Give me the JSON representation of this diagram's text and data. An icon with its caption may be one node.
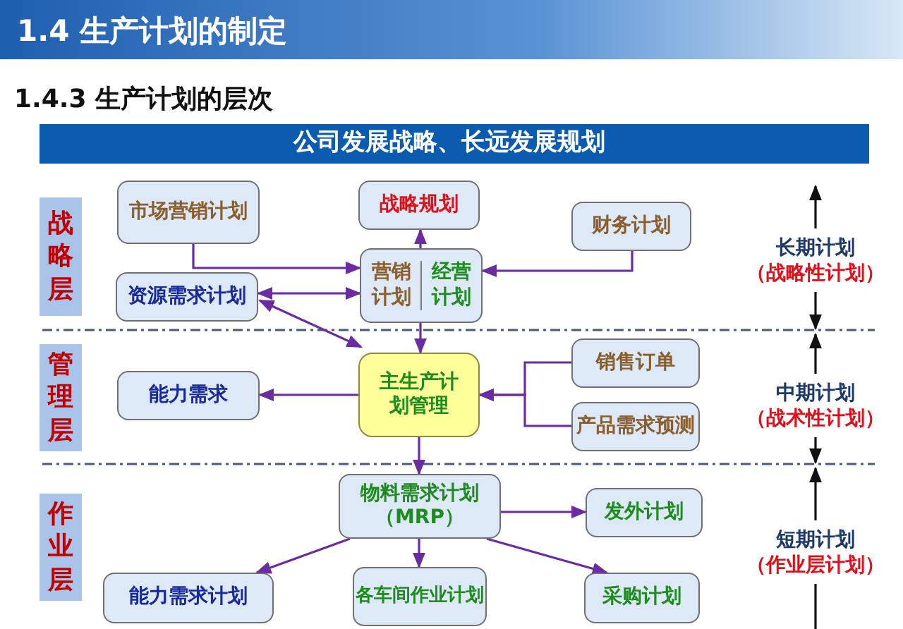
{
  "diagram": {
    "title": "1.4 生产计划的制定",
    "nodes": [
      {
        "text": [
          "公司发展战略、长远发展规划"
        ]
      },
      {
        "text": [
          "市场营销计划"
        ]
      },
      {
        "text": [
          "战略规划"
        ]
      },
      {
        "text": [
          "营销计划",
          "经营计划"
        ]
      },
      {
        "text": [
          "财务计划"
        ]
      },
      {
        "text": [
          "资源需求计划"
        ]
      },
      {
        "text": [
          "主生产计划管理"
        ]
      },
      {
        "text": [
          "能力需求"
        ]
      },
      {
        "text": [
          "销售订单"
        ]
      },
      {
        "text": [
          "产品需求预测"
        ]
      },
      {
        "text": [
          "物料需求计划（MRP）"
        ]
      },
      {
        "text": [
          "发外计划"
        ]
      },
      {
        "text": [
          "能力需求计划"
        ]
      },
      {
        "text": [
          "各车间作业计划"
        ]
      },
      {
        "text": [
          "采购计划"
        ]
      },
      {
        "text": [
          "战略层"
        ]
      },
      {
        "text": [
          "管理层"
        ]
      },
      {
        "text": [
          "作业层"
        ]
      }
    ],
    "edges": [
      {
        "from": 1,
        "to": 3,
        "arrow": "to"
      },
      {
        "from": 5,
        "to": 3,
        "arrow": "both"
      },
      {
        "from": 5,
        "to": 6,
        "arrow": "both"
      },
      {
        "from": 3,
        "to": 2,
        "arrow": "to"
      },
      {
        "from": 3,
        "to": 6,
        "arrow": "to"
      },
      {
        "from": 4,
        "to": 3,
        "arrow": "to"
      },
      {
        "from": 6,
        "to": 7,
        "arrow": "to"
      },
      {
        "from": 8,
        "to": 6,
        "arrow": "to"
      },
      {
        "from": 9,
        "to": 6,
        "arrow": "to"
      },
      {
        "from": 6,
        "to": 10,
        "arrow": "to"
      },
      {
        "from": 10,
        "to": 11,
        "arrow": "to"
      },
      {
        "from": 10,
        "to": 12,
        "arrow": "to"
      },
      {
        "from": 10,
        "to": 13,
        "arrow": "to"
      },
      {
        "from": 10,
        "to": 14,
        "arrow": "to"
      }
    ],
    "labels": [
      "1.4.3 生产计划的层次",
      "长期计划",
      "（战略性计划）",
      "中期计划",
      "（战术性计划）",
      "短期计划",
      "（作业层计划）"
    ]
  }
}
